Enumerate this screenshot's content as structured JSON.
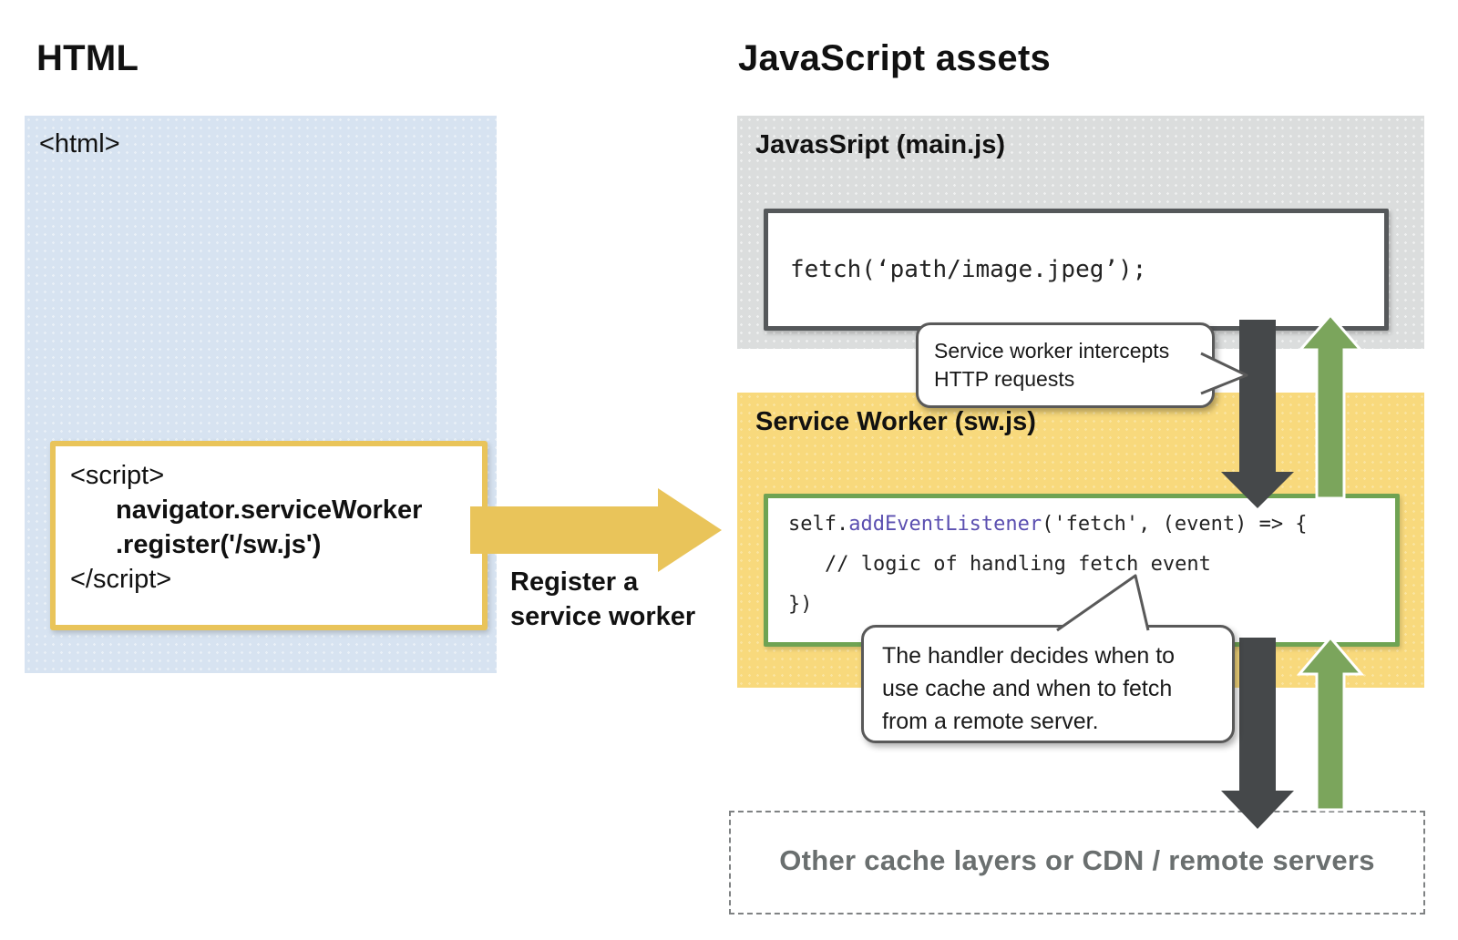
{
  "colors": {
    "gold": "#E9C45A",
    "dark_arrow": "#45484A",
    "green_arrow": "#7BA55C",
    "blue_panel": "#D7E3F1",
    "gray_panel": "#DBDDDD",
    "yellow_panel": "#F8D97C",
    "green_border": "#6FA353",
    "code_keyword": "#5B4FB0",
    "muted_text": "#6A6F6F"
  },
  "left": {
    "heading": "HTML",
    "html_tag": "<html>",
    "script_lines": [
      "<script>",
      "navigator.serviceWorker",
      ".register('/sw.js')",
      "</script>"
    ],
    "register_label_line1": "Register a",
    "register_label_line2": "service worker"
  },
  "right": {
    "heading": "JavaScript assets",
    "mainjs_title": "JavasSript (main.js)",
    "mainjs_code": "fetch(‘path/image.jpeg’);",
    "sw_title": "Service Worker (sw.js)",
    "sw_code_pre": "self.",
    "sw_code_fn": "addEventListener",
    "sw_code_post": "('fetch', (event) => {",
    "sw_code_line2": "// logic of handling fetch event",
    "sw_code_line3": "})",
    "bubble1_line1": "Service worker intercepts",
    "bubble1_line2": "HTTP requests",
    "bubble2_line1": "The handler decides when to",
    "bubble2_line2": "use cache and when to fetch",
    "bubble2_line3": "from a remote server.",
    "bottom_box_label": "Other cache layers or CDN / remote servers"
  }
}
